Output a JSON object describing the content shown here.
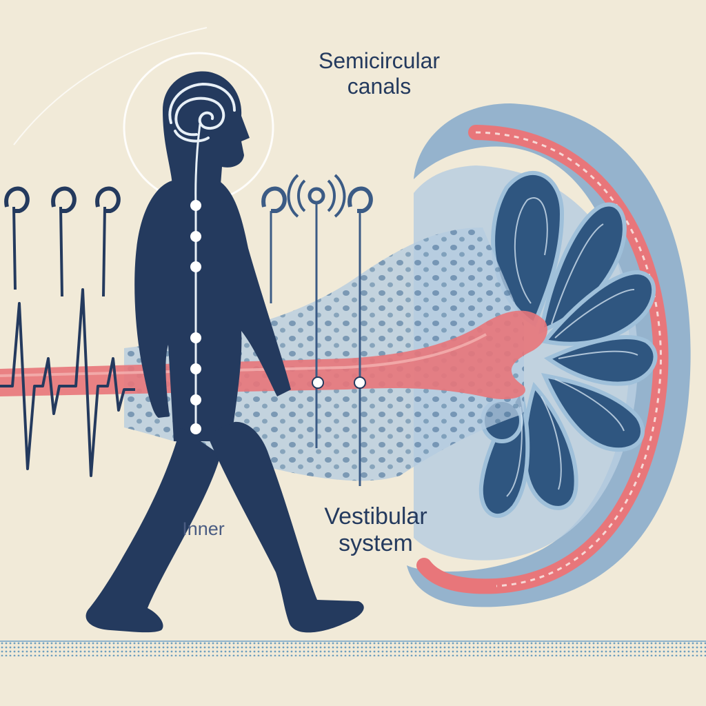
{
  "labels": {
    "semicircular": {
      "line1": "Semicircular",
      "line2": "canals"
    },
    "vestibular": {
      "line1": "Vestibular",
      "line2": "system"
    },
    "inner": "Inner"
  },
  "icons": {
    "figure": "walking-person-icon",
    "brain": "brain-swirl-icon",
    "sound": "sound-wave-icon",
    "ear": "ear-canal-icon"
  },
  "colors": {
    "background": "#f1ead8",
    "figure": "#243a5e",
    "nerve": "#e8767a",
    "canal": "#6f95b6",
    "ground": "#8fb3cc"
  }
}
